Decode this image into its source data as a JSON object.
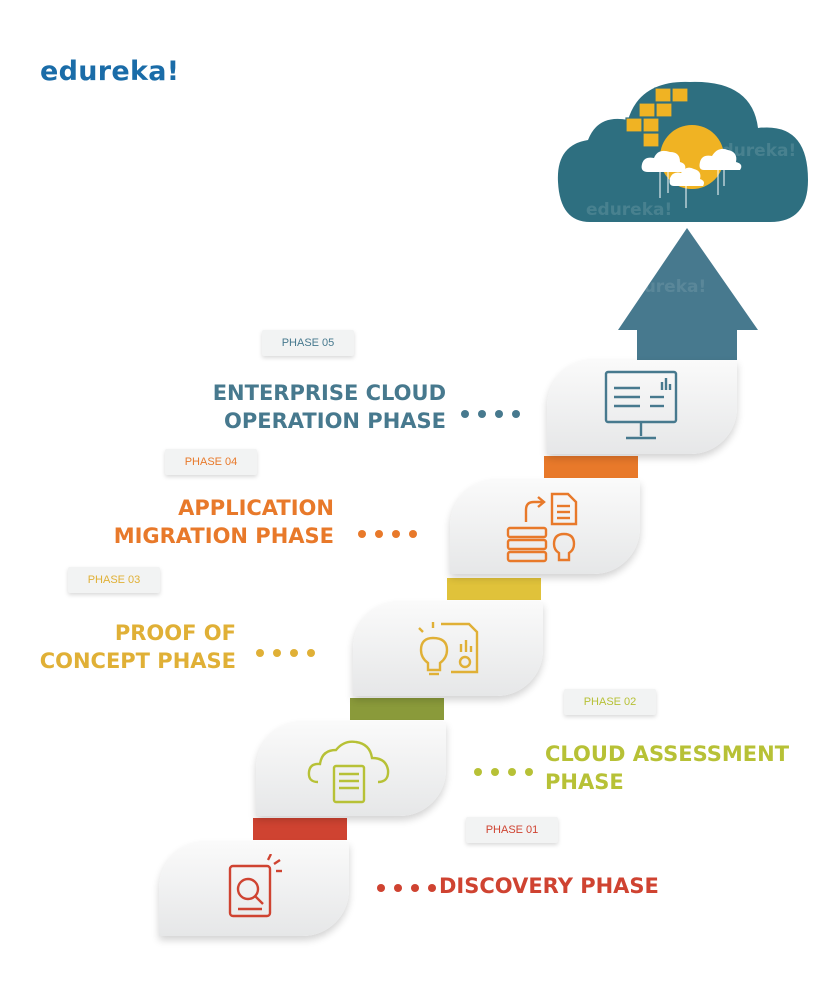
{
  "brand": {
    "logo_text": "edureka!",
    "logo_color": "#1a6ca8",
    "watermark": "edureka!"
  },
  "phases": [
    {
      "tag": "PHASE 01",
      "title_line1": "DISCOVERY PHASE",
      "title_line2": "",
      "color": "#cf4331",
      "icon": "search-document-icon"
    },
    {
      "tag": "PHASE 02",
      "title_line1": "CLOUD ASSESSMENT",
      "title_line2": "PHASE",
      "color": "#b7c136",
      "icon": "cloud-document-icon"
    },
    {
      "tag": "PHASE 03",
      "title_line1": "PROOF OF",
      "title_line2": "CONCEPT PHASE",
      "color": "#e0b036",
      "icon": "lightbulb-chart-icon"
    },
    {
      "tag": "PHASE 04",
      "title_line1": "APPLICATION",
      "title_line2": "MIGRATION PHASE",
      "color": "#e8792a",
      "icon": "server-migration-icon"
    },
    {
      "tag": "PHASE 05",
      "title_line1": "ENTERPRISE CLOUD",
      "title_line2": "OPERATION PHASE",
      "color": "#47798e",
      "icon": "monitor-dashboard-icon"
    }
  ],
  "connector_colors": [
    "#cf4331",
    "#8a9a3a",
    "#e0c23a",
    "#e8792a"
  ],
  "cloud": {
    "color": "#2e6f80",
    "sun_color": "#f0b323",
    "box_color": "#f0b323",
    "icon": "aws-cloud-icon"
  },
  "arrow": {
    "color": "#47798e",
    "icon": "up-arrow-icon"
  }
}
